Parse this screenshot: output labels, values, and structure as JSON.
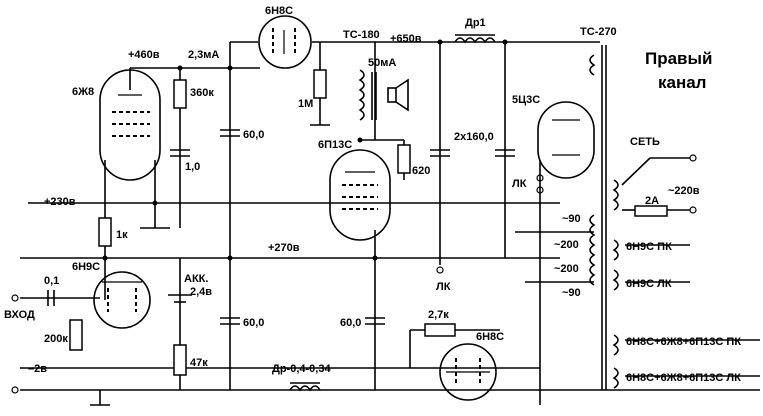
{
  "title": {
    "line1": "Правый",
    "line2": "канал"
  },
  "tubes": {
    "input": "6Н9С",
    "driver": "6Ж8",
    "output": "6П13С",
    "follower": "6Н8С",
    "phase": "6Н8С",
    "rectifier": "5Ц3С"
  },
  "transformers": {
    "output": "ТС-180",
    "power": "ТС-270"
  },
  "choke": {
    "main": "Др1",
    "filter": "Др-0,4-0,34"
  },
  "voltages": {
    "b460": "+460в",
    "b650": "+650в",
    "b230": "+230в",
    "b270": "+270в",
    "bias": "–2в",
    "mains": "~220в"
  },
  "currents": {
    "c2_3": "2,3мА",
    "c50": "50мА"
  },
  "components": {
    "r360k": "360к",
    "c1_0": "1,0",
    "c60_top": "60,0",
    "c60_mid": "60,0",
    "c60_bot": "60,0",
    "r1m": "1М",
    "r620": "620",
    "c2x160": "2х160,0",
    "r1k": "1к",
    "c0_1": "0,1",
    "r200k": "200к",
    "akk": "АКК.",
    "akk_v": "2,4в",
    "r47k": "47к",
    "r2_7k": "2,7к",
    "fuse": "2А"
  },
  "labels": {
    "lk1": "ЛК",
    "lk2": "ЛК",
    "input": "ВХОД",
    "mains": "СЕТЬ"
  },
  "windings": {
    "w90a": "~90",
    "w200a": "~200",
    "w200b": "~200",
    "w90b": "~90"
  },
  "heaters": {
    "h1": "6Н9С ПК",
    "h2": "6Н9С ЛК",
    "h3": "6Н8С+6Ж8+6П13С ПК",
    "h4": "6Н8С+6Ж8+6П13С ЛК"
  }
}
